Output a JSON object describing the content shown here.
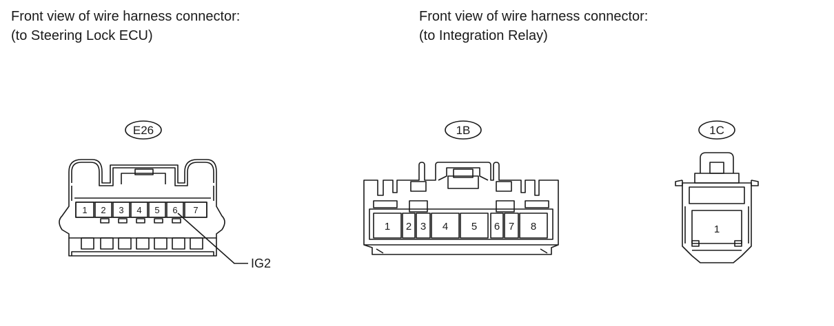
{
  "left_caption": {
    "line1": "Front view of wire harness connector:",
    "line2": "(to Steering Lock ECU)"
  },
  "right_caption": {
    "line1": "Front view of wire harness connector:",
    "line2": "(to Integration Relay)"
  },
  "connectors": {
    "e26": {
      "code": "E26",
      "pins": [
        "1",
        "2",
        "3",
        "4",
        "5",
        "6",
        "7"
      ],
      "callout": "IG2"
    },
    "c1b": {
      "code": "1B",
      "pins": [
        "1",
        "2",
        "3",
        "4",
        "5",
        "6",
        "7",
        "8"
      ]
    },
    "c1c": {
      "code": "1C",
      "pins": [
        "1"
      ]
    }
  }
}
